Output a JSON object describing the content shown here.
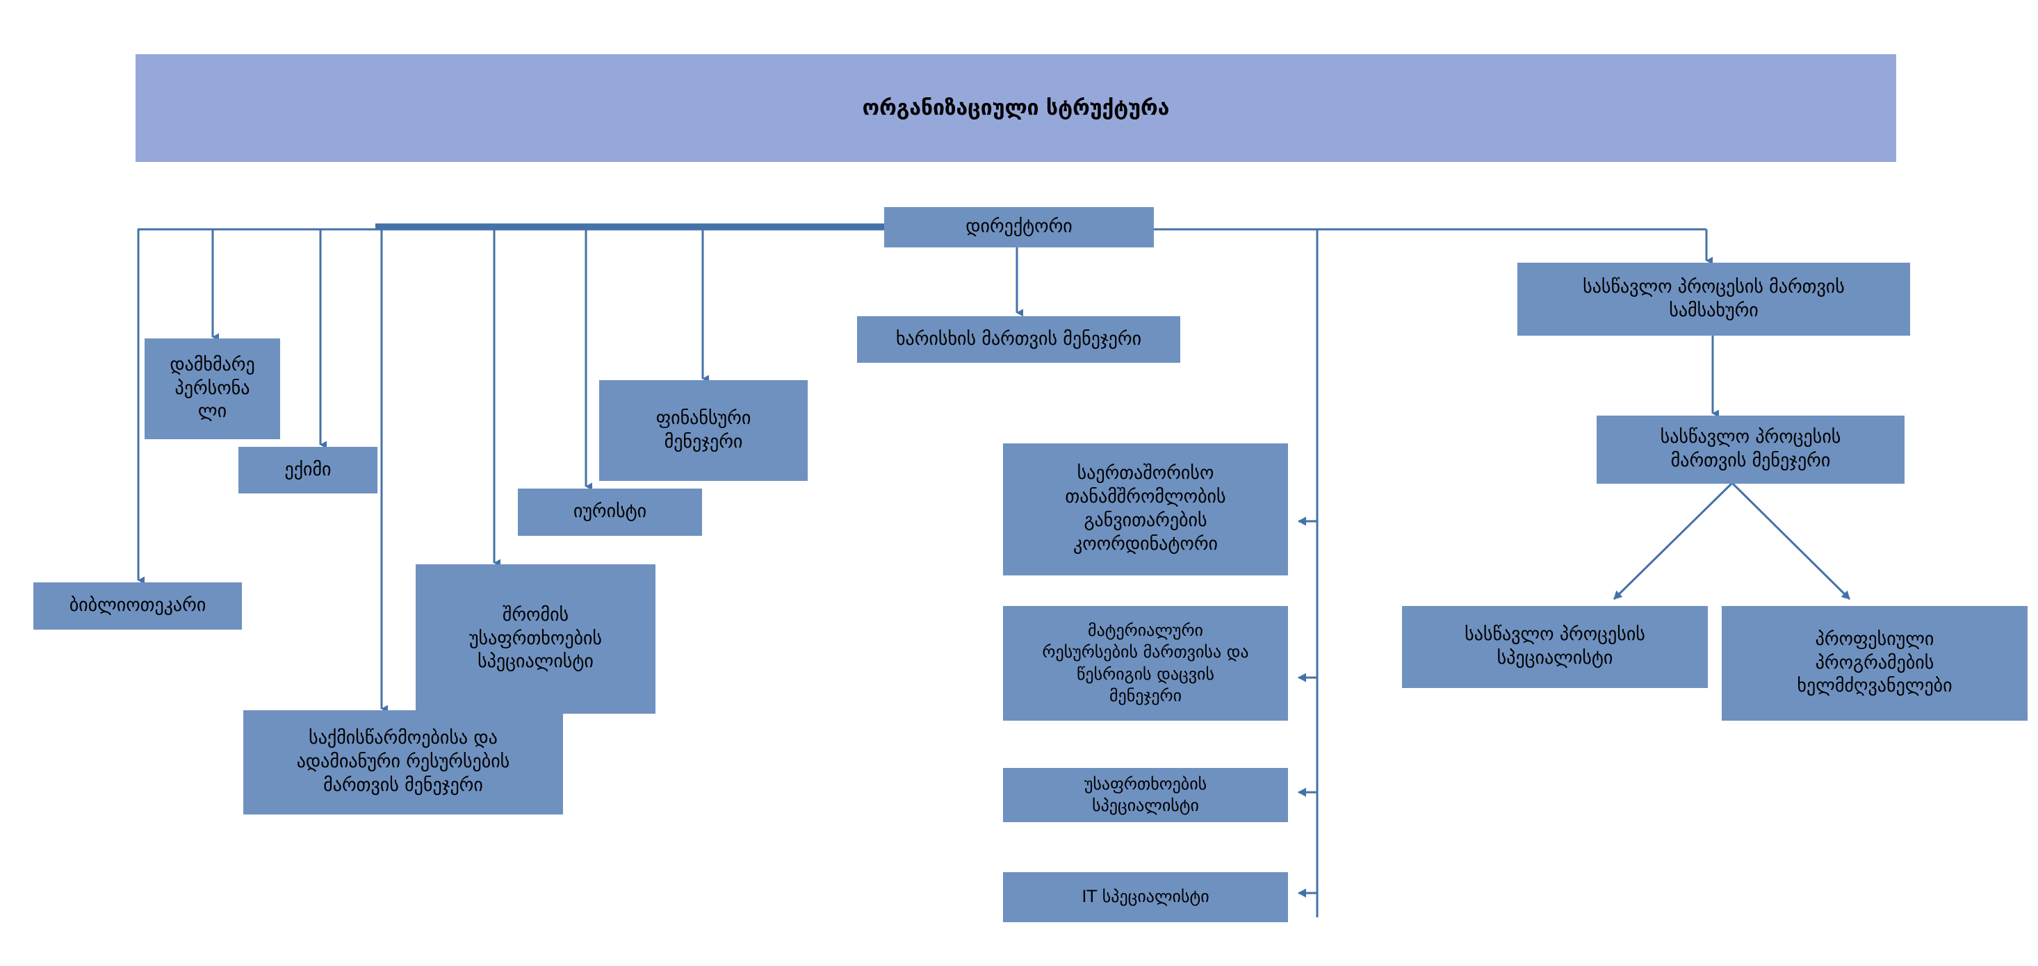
{
  "diagram": {
    "title": "ორგანიზაციული სტრუქტურა",
    "type": "org-chart",
    "colors": {
      "banner_fill": "#96a8da",
      "node_fill": "#6f91c0",
      "connector": "#4472a8",
      "text": "#000000",
      "background": "#ffffff"
    },
    "nodes": {
      "title_banner": "ორგანიზაციული სტრუქტურა",
      "director": "დირექტორი",
      "quality_manager": "ხარისხის მართვის მენეჯერი",
      "support_staff": "დამხმარე პერსონა\nლი",
      "doctor": "ექიმი",
      "finance_manager": "ფინანსური\nმენეჯერი",
      "lawyer": "იურისტი",
      "library": "ბიბლიოთეკარი",
      "labor_safety_specialist": "შრომის\nუსაფრთხოების\nსპეციალისტი",
      "office_hr_manager": "საქმისწარმოებისა და\nადამიანური რესურსების\nმართვის მენეჯერი",
      "intl_coop_coordinator": "საერთაშორისო\nთანამშრომლობის\nგანვითარების\nკოორდინატორი",
      "material_resources_manager": "მატერიალური\nრესურსების მართვისა და\nწესრიგის დაცვის\nმენეჯერი",
      "safety_specialist": "უსაფრთხოების\nსპეციალისტი",
      "it_specialist": "IT სპეციალისტი",
      "study_process_service": "სასწავლო პროცესის მართვის\nსამსახური",
      "study_process_manager": "სასწავლო პროცესის\nმართვის მენეჯერი",
      "study_process_specialist": "სასწავლო პროცესის\nსპეციალისტი",
      "vocational_program_heads": "პროფესიული\nპროგრამების\nხელმძღვანელები"
    },
    "edges": [
      {
        "from": "director",
        "to": "support_staff"
      },
      {
        "from": "director",
        "to": "doctor"
      },
      {
        "from": "director",
        "to": "lawyer"
      },
      {
        "from": "director",
        "to": "finance_manager"
      },
      {
        "from": "director",
        "to": "library"
      },
      {
        "from": "director",
        "to": "labor_safety_specialist"
      },
      {
        "from": "director",
        "to": "office_hr_manager"
      },
      {
        "from": "director",
        "to": "quality_manager"
      },
      {
        "from": "director",
        "to": "intl_coop_coordinator"
      },
      {
        "from": "director",
        "to": "material_resources_manager"
      },
      {
        "from": "director",
        "to": "safety_specialist"
      },
      {
        "from": "director",
        "to": "it_specialist"
      },
      {
        "from": "director",
        "to": "study_process_service"
      },
      {
        "from": "study_process_service",
        "to": "study_process_manager"
      },
      {
        "from": "study_process_manager",
        "to": "study_process_specialist"
      },
      {
        "from": "study_process_manager",
        "to": "vocational_program_heads"
      }
    ]
  }
}
